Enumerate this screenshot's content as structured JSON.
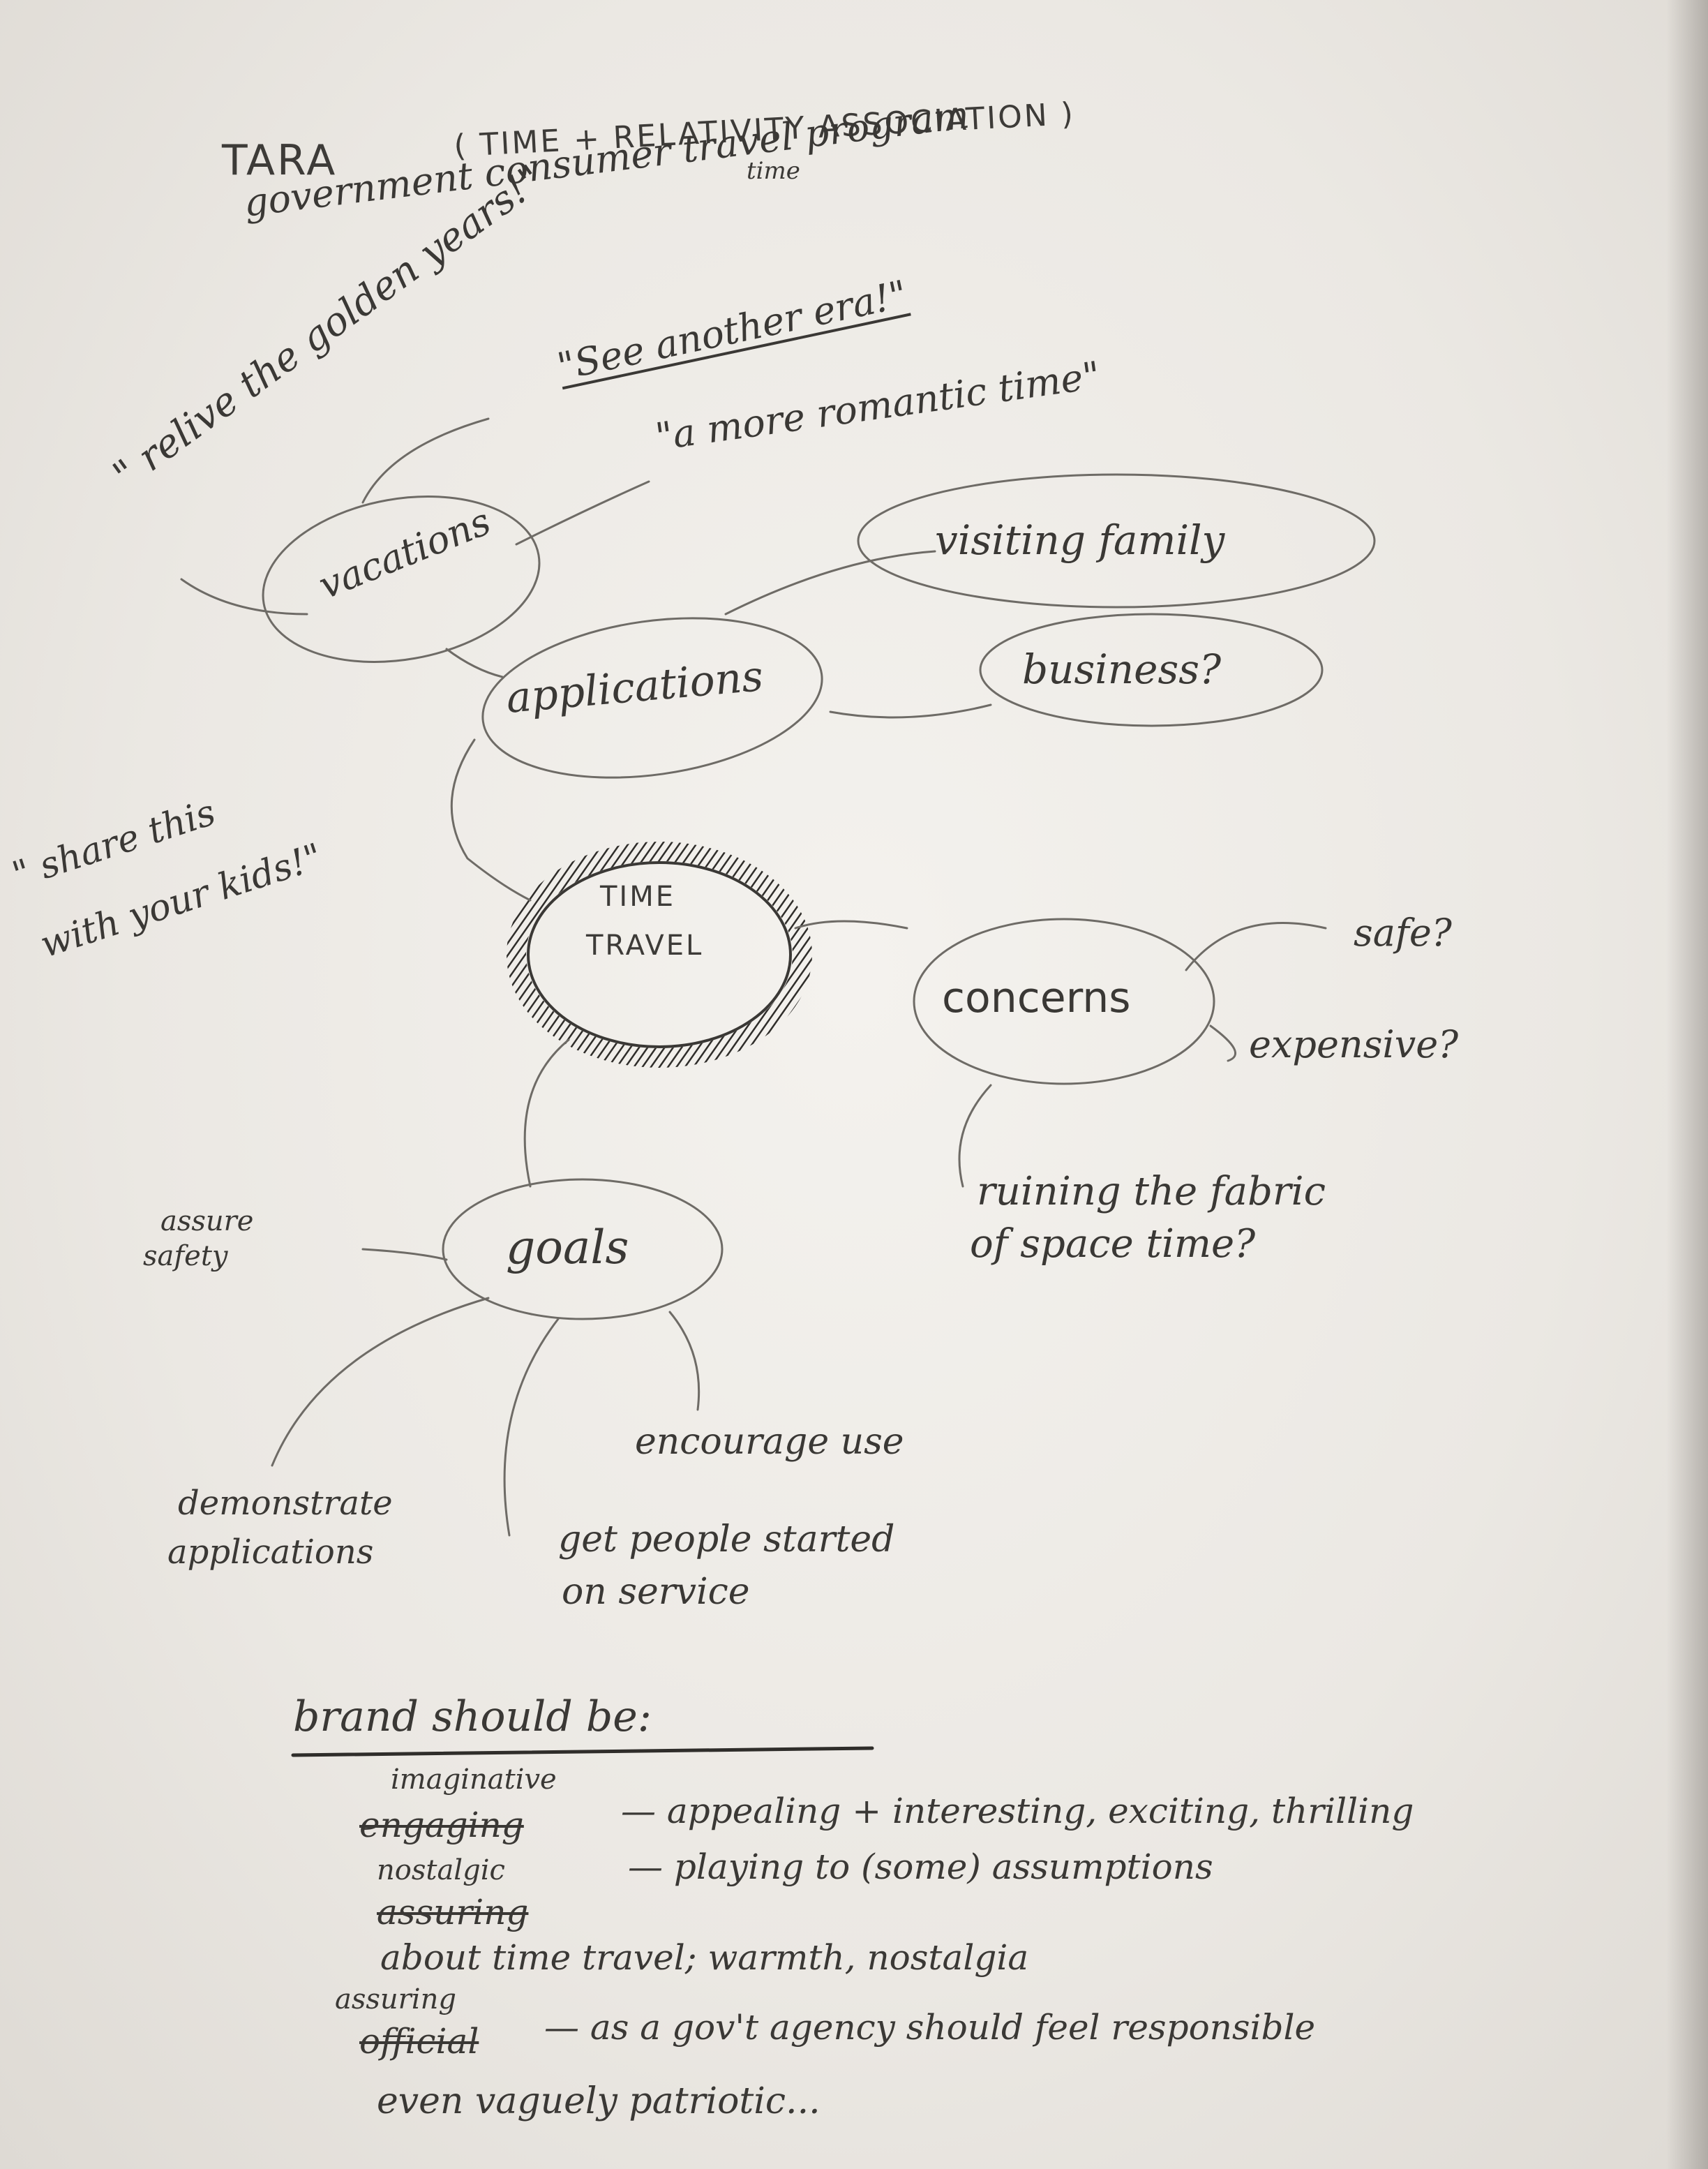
{
  "header": {
    "title_acronym": "TARA",
    "title_expansion": "( TIME + RELATIVITY ASSOCIATION )",
    "program_insert": "time",
    "program": "government consumer travel program"
  },
  "slogans": {
    "relive": "\" relive the golden years!\"",
    "another_era": "\"See another era!\"",
    "romantic": "\"a more romantic time\"",
    "share": "\" share this",
    "share_line2": "with your kids!\""
  },
  "mindmap": {
    "center": {
      "line1": "TIME",
      "line2": "TRAVEL"
    },
    "applications": "applications",
    "vacations": "vacations",
    "visiting_family": "visiting family",
    "business": "business?",
    "concerns": "concerns",
    "safe": "safe?",
    "expensive": "expensive?",
    "ruining_line1": "ruining the fabric",
    "ruining_line2": "of space time?",
    "goals": "goals",
    "assure_line1": "assure",
    "assure_line2": "safety",
    "encourage": "encourage use",
    "demonstrate_line1": "demonstrate",
    "demonstrate_line2": "applications",
    "get_people_line1": "get people started",
    "get_people_line2": "on service"
  },
  "brand": {
    "heading": "brand should be:",
    "row1_insert": "imaginative",
    "row1_struck": "engaging",
    "row1_text": "— appealing + interesting, exciting, thrilling",
    "row2_insert": "nostalgic",
    "row2_struck": "assuring",
    "row2_text": "— playing to (some) assumptions",
    "row3_text": "about time travel; warmth, nostalgia",
    "row4_insert": "assuring",
    "row4_struck": "official",
    "row4_text": "— as a gov't agency should feel responsible",
    "row5_text": "even vaguely patriotic..."
  }
}
